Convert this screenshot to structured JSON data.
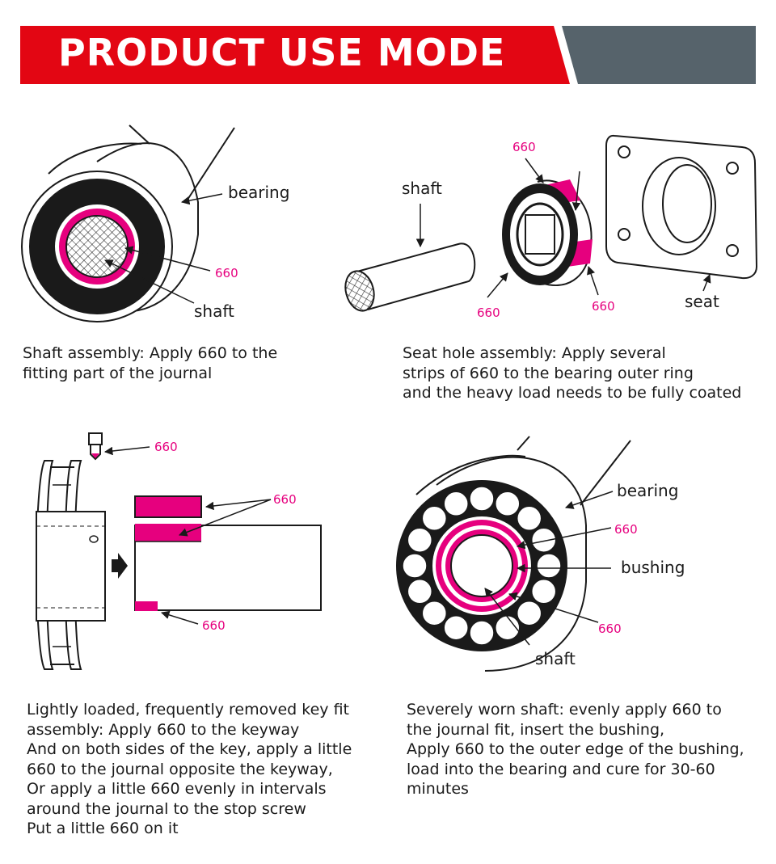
{
  "header": {
    "title": "PRODUCT USE MODE"
  },
  "colors": {
    "accent_red": "#e30613",
    "slate": "#56636b",
    "magenta": "#e6007e"
  },
  "panels": [
    {
      "labels": {
        "bearing": "bearing",
        "shaft": "shaft",
        "code": "660"
      },
      "caption": [
        "Shaft assembly: Apply 660 to the",
        "fitting part of the journal"
      ]
    },
    {
      "labels": {
        "shaft": "shaft",
        "code_top": "660",
        "code_left": "660",
        "code_right": "660",
        "seat": "seat"
      },
      "caption": [
        "Seat hole assembly: Apply several",
        "strips of 660 to the bearing outer ring",
        "and the heavy load needs to be fully coated"
      ]
    },
    {
      "labels": {
        "code_screw": "660",
        "code_key": "660",
        "code_bottom": "660"
      },
      "caption": [
        "Lightly loaded, frequently removed key fit",
        "assembly: Apply 660 to the keyway",
        "And on both sides of the key, apply a little",
        "660 to the journal opposite the keyway,",
        "Or apply a little 660 evenly in intervals",
        "around the journal to the stop screw",
        "Put a little 660 on it"
      ]
    },
    {
      "labels": {
        "bearing": "bearing",
        "code_top": "660",
        "bushing": "bushing",
        "code_bottom": "660",
        "shaft": "shaft"
      },
      "caption": [
        "Severely worn shaft: evenly apply 660 to",
        "the journal fit, insert the bushing,",
        "Apply 660 to the outer edge of the bushing,",
        "load into the bearing and cure for 30-60",
        "minutes"
      ]
    }
  ]
}
